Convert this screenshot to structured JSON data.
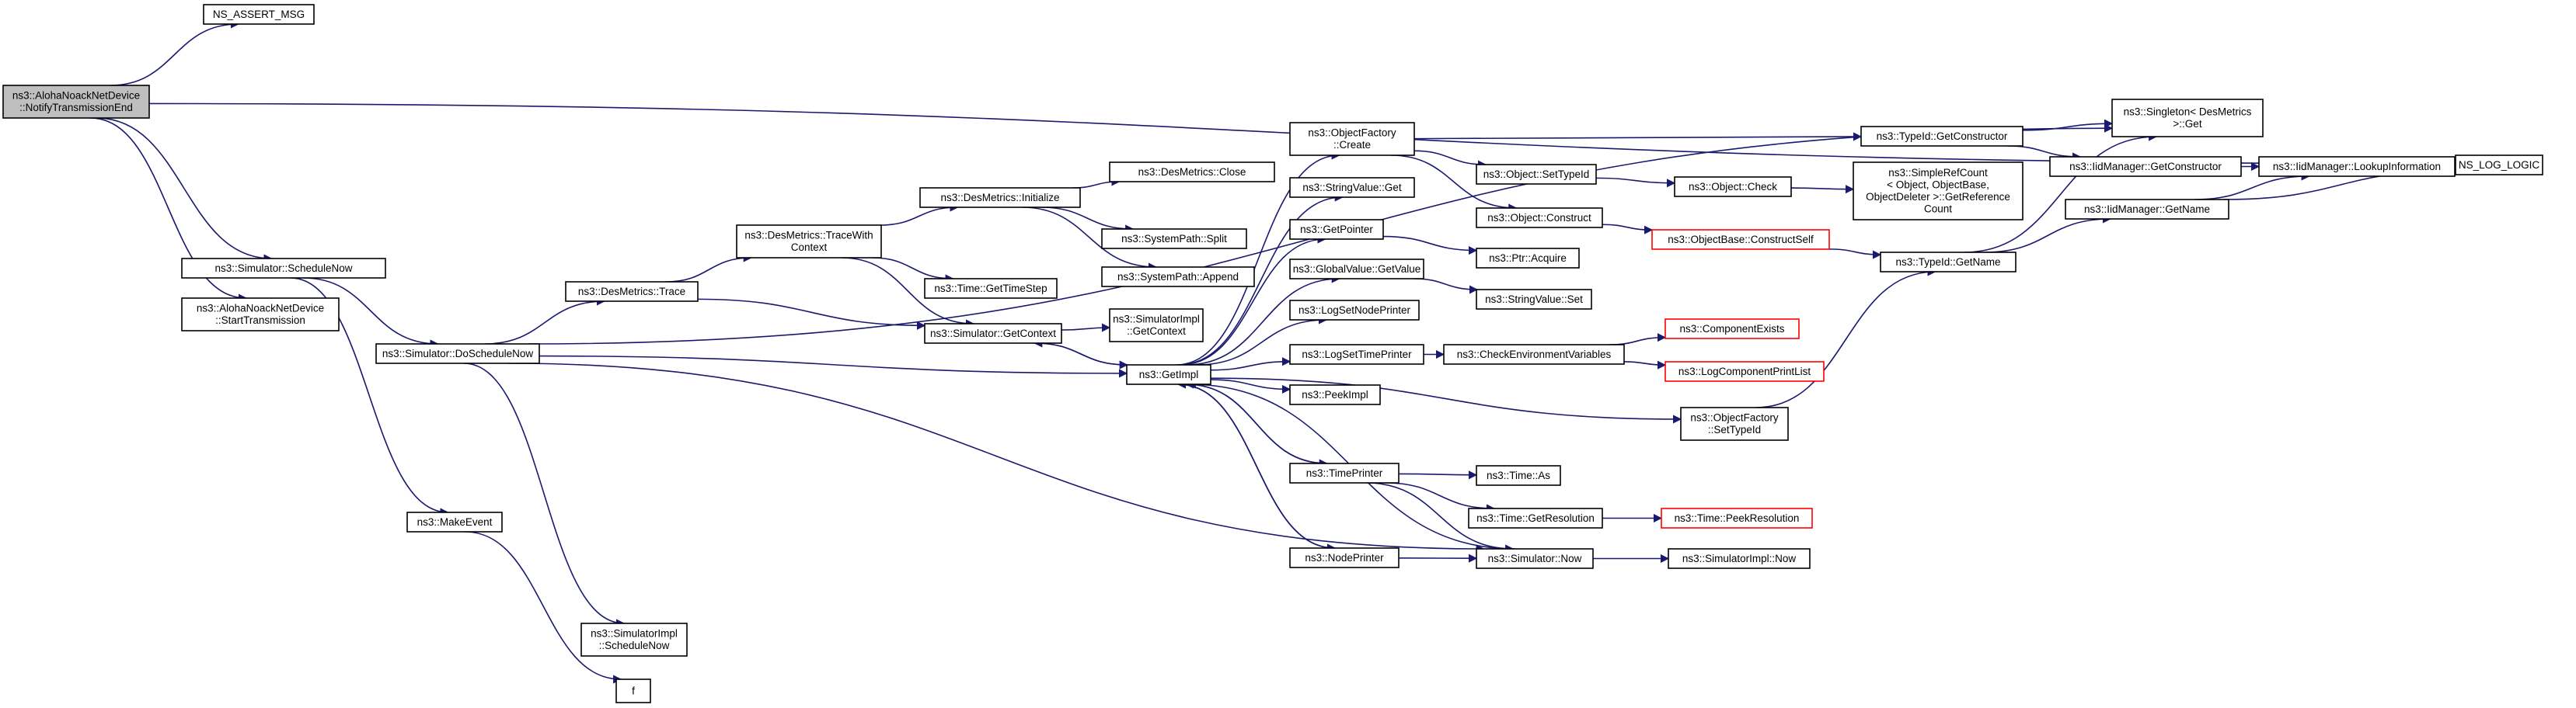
{
  "nodes": [
    {
      "id": "notify",
      "lines": [
        "ns3::AlohaNoackNetDevice",
        "::NotifyTransmissionEnd"
      ],
      "style": "root"
    },
    {
      "id": "assert",
      "lines": [
        "NS_ASSERT_MSG"
      ],
      "style": "normal"
    },
    {
      "id": "log_logic",
      "lines": [
        "NS_LOG_LOGIC"
      ],
      "style": "normal"
    },
    {
      "id": "schedule_now",
      "lines": [
        "ns3::Simulator::ScheduleNow"
      ],
      "style": "normal"
    },
    {
      "id": "start_tx",
      "lines": [
        "ns3::AlohaNoackNetDevice",
        "::StartTransmission"
      ],
      "style": "normal"
    },
    {
      "id": "do_schedule_now",
      "lines": [
        "ns3::Simulator::DoScheduleNow"
      ],
      "style": "normal"
    },
    {
      "id": "make_event",
      "lines": [
        "ns3::MakeEvent"
      ],
      "style": "normal"
    },
    {
      "id": "f",
      "lines": [
        "f"
      ],
      "style": "normal"
    },
    {
      "id": "impl_schedule_now",
      "lines": [
        "ns3::SimulatorImpl",
        "::ScheduleNow"
      ],
      "style": "normal"
    },
    {
      "id": "des_trace",
      "lines": [
        "ns3::DesMetrics::Trace"
      ],
      "style": "normal"
    },
    {
      "id": "trace_ctx",
      "lines": [
        "ns3::DesMetrics::TraceWith",
        "Context"
      ],
      "style": "normal"
    },
    {
      "id": "des_init",
      "lines": [
        "ns3::DesMetrics::Initialize"
      ],
      "style": "normal"
    },
    {
      "id": "des_close",
      "lines": [
        "ns3::DesMetrics::Close"
      ],
      "style": "normal"
    },
    {
      "id": "sp_split",
      "lines": [
        "ns3::SystemPath::Split"
      ],
      "style": "normal"
    },
    {
      "id": "sp_append",
      "lines": [
        "ns3::SystemPath::Append"
      ],
      "style": "normal"
    },
    {
      "id": "time_step",
      "lines": [
        "ns3::Time::GetTimeStep"
      ],
      "style": "normal"
    },
    {
      "id": "sim_getctx",
      "lines": [
        "ns3::Simulator::GetContext"
      ],
      "style": "normal"
    },
    {
      "id": "impl_getctx",
      "lines": [
        "ns3::SimulatorImpl",
        "::GetContext"
      ],
      "style": "normal"
    },
    {
      "id": "getimpl",
      "lines": [
        "ns3::GetImpl"
      ],
      "style": "normal"
    },
    {
      "id": "of_create",
      "lines": [
        "ns3::ObjectFactory",
        "::Create"
      ],
      "style": "normal"
    },
    {
      "id": "sv_get",
      "lines": [
        "ns3::StringValue::Get"
      ],
      "style": "normal"
    },
    {
      "id": "getpointer",
      "lines": [
        "ns3::GetPointer"
      ],
      "style": "normal"
    },
    {
      "id": "gv_getvalue",
      "lines": [
        "ns3::GlobalValue::GetValue"
      ],
      "style": "normal"
    },
    {
      "id": "log_node_printer",
      "lines": [
        "ns3::LogSetNodePrinter"
      ],
      "style": "normal"
    },
    {
      "id": "log_time_printer",
      "lines": [
        "ns3::LogSetTimePrinter"
      ],
      "style": "normal"
    },
    {
      "id": "peekimpl",
      "lines": [
        "ns3::PeekImpl"
      ],
      "style": "normal"
    },
    {
      "id": "time_printer",
      "lines": [
        "ns3::TimePrinter"
      ],
      "style": "normal"
    },
    {
      "id": "node_printer",
      "lines": [
        "ns3::NodePrinter"
      ],
      "style": "normal"
    },
    {
      "id": "obj_settypeid",
      "lines": [
        "ns3::Object::SetTypeId"
      ],
      "style": "normal"
    },
    {
      "id": "obj_construct",
      "lines": [
        "ns3::Object::Construct"
      ],
      "style": "normal"
    },
    {
      "id": "ptr_acquire",
      "lines": [
        "ns3::Ptr::Acquire"
      ],
      "style": "normal"
    },
    {
      "id": "sv_set",
      "lines": [
        "ns3::StringValue::Set"
      ],
      "style": "normal"
    },
    {
      "id": "check_env",
      "lines": [
        "ns3::CheckEnvironmentVariables"
      ],
      "style": "normal"
    },
    {
      "id": "time_as",
      "lines": [
        "ns3::Time::As"
      ],
      "style": "normal"
    },
    {
      "id": "time_getres",
      "lines": [
        "ns3::Time::GetResolution"
      ],
      "style": "normal"
    },
    {
      "id": "sim_now",
      "lines": [
        "ns3::Simulator::Now"
      ],
      "style": "normal"
    },
    {
      "id": "impl_now",
      "lines": [
        "ns3::SimulatorImpl::Now"
      ],
      "style": "normal"
    },
    {
      "id": "time_peekres",
      "lines": [
        "ns3::Time::PeekResolution"
      ],
      "style": "red"
    },
    {
      "id": "typeid_getctor",
      "lines": [
        "ns3::TypeId::GetConstructor"
      ],
      "style": "normal"
    },
    {
      "id": "obj_check",
      "lines": [
        "ns3::Object::Check"
      ],
      "style": "normal"
    },
    {
      "id": "srefcount",
      "lines": [
        "ns3::SimpleRefCount",
        "< Object, ObjectBase,",
        " ObjectDeleter >::GetReference",
        "Count"
      ],
      "style": "normal"
    },
    {
      "id": "objbase_construct",
      "lines": [
        "ns3::ObjectBase::ConstructSelf"
      ],
      "style": "red"
    },
    {
      "id": "typeid_getname",
      "lines": [
        "ns3::TypeId::GetName"
      ],
      "style": "normal"
    },
    {
      "id": "comp_exists",
      "lines": [
        "ns3::ComponentExists"
      ],
      "style": "red"
    },
    {
      "id": "log_comp_print",
      "lines": [
        "ns3::LogComponentPrintList"
      ],
      "style": "red"
    },
    {
      "id": "of_settypeid",
      "lines": [
        "ns3::ObjectFactory",
        "::SetTypeId"
      ],
      "style": "normal"
    },
    {
      "id": "singleton_get",
      "lines": [
        "ns3::Singleton< DesMetrics",
        " >::Get"
      ],
      "style": "normal"
    },
    {
      "id": "iid_getctor",
      "lines": [
        "ns3::IidManager::GetConstructor"
      ],
      "style": "normal"
    },
    {
      "id": "iid_getname",
      "lines": [
        "ns3::IidManager::GetName"
      ],
      "style": "normal"
    },
    {
      "id": "iid_lookup",
      "lines": [
        "ns3::IidManager::LookupInformation"
      ],
      "style": "normal"
    }
  ],
  "edges": [
    [
      "notify",
      "assert"
    ],
    [
      "notify",
      "log_logic"
    ],
    [
      "notify",
      "schedule_now"
    ],
    [
      "notify",
      "start_tx"
    ],
    [
      "schedule_now",
      "do_schedule_now"
    ],
    [
      "schedule_now",
      "make_event"
    ],
    [
      "do_schedule_now",
      "des_trace"
    ],
    [
      "do_schedule_now",
      "getimpl"
    ],
    [
      "do_schedule_now",
      "singleton_get"
    ],
    [
      "do_schedule_now",
      "impl_schedule_now"
    ],
    [
      "do_schedule_now",
      "sim_now"
    ],
    [
      "make_event",
      "f"
    ],
    [
      "des_trace",
      "trace_ctx"
    ],
    [
      "des_trace",
      "sim_getctx"
    ],
    [
      "trace_ctx",
      "des_init"
    ],
    [
      "trace_ctx",
      "time_step"
    ],
    [
      "trace_ctx",
      "sim_getctx"
    ],
    [
      "des_init",
      "des_close"
    ],
    [
      "des_init",
      "sp_split"
    ],
    [
      "des_init",
      "sp_append"
    ],
    [
      "sim_getctx",
      "impl_getctx"
    ],
    [
      "sim_getctx",
      "getimpl"
    ],
    [
      "getimpl",
      "sim_getctx"
    ],
    [
      "getimpl",
      "of_create"
    ],
    [
      "getimpl",
      "sv_get"
    ],
    [
      "getimpl",
      "getpointer"
    ],
    [
      "getimpl",
      "gv_getvalue"
    ],
    [
      "getimpl",
      "log_node_printer"
    ],
    [
      "getimpl",
      "log_time_printer"
    ],
    [
      "getimpl",
      "peekimpl"
    ],
    [
      "getimpl",
      "time_printer"
    ],
    [
      "getimpl",
      "node_printer"
    ],
    [
      "getimpl",
      "of_settypeid"
    ],
    [
      "time_printer",
      "getimpl"
    ],
    [
      "node_printer",
      "getimpl"
    ],
    [
      "sim_now",
      "getimpl"
    ],
    [
      "of_create",
      "typeid_getctor"
    ],
    [
      "of_create",
      "obj_settypeid"
    ],
    [
      "of_create",
      "obj_construct"
    ],
    [
      "getpointer",
      "ptr_acquire"
    ],
    [
      "gv_getvalue",
      "sv_set"
    ],
    [
      "log_time_printer",
      "check_env"
    ],
    [
      "time_printer",
      "time_as"
    ],
    [
      "time_printer",
      "time_getres"
    ],
    [
      "time_printer",
      "sim_now"
    ],
    [
      "node_printer",
      "sim_now"
    ],
    [
      "obj_settypeid",
      "obj_check"
    ],
    [
      "obj_check",
      "srefcount"
    ],
    [
      "obj_construct",
      "objbase_construct"
    ],
    [
      "objbase_construct",
      "typeid_getname"
    ],
    [
      "check_env",
      "comp_exists"
    ],
    [
      "check_env",
      "log_comp_print"
    ],
    [
      "time_getres",
      "time_peekres"
    ],
    [
      "sim_now",
      "impl_now"
    ],
    [
      "of_settypeid",
      "typeid_getname"
    ],
    [
      "typeid_getctor",
      "singleton_get"
    ],
    [
      "typeid_getctor",
      "iid_getctor"
    ],
    [
      "typeid_getname",
      "singleton_get"
    ],
    [
      "typeid_getname",
      "iid_getname"
    ],
    [
      "iid_getctor",
      "iid_lookup"
    ],
    [
      "iid_getname",
      "iid_lookup"
    ],
    [
      "iid_getname",
      "log_logic"
    ],
    [
      "iid_lookup",
      "log_logic"
    ]
  ]
}
